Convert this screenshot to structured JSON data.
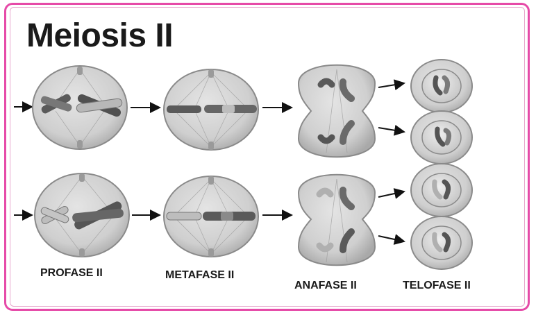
{
  "title": "Meiosis II",
  "phases": [
    {
      "label": "PROFASE II"
    },
    {
      "label": "METAFASE II"
    },
    {
      "label": "ANAFASE II"
    },
    {
      "label": "TELOFASE II"
    }
  ],
  "colors": {
    "frame": "#e64aa8",
    "cell_fill": "#c9c9c9",
    "chromosome_dark": "#555555",
    "chromosome_light": "#b5b5b5"
  }
}
